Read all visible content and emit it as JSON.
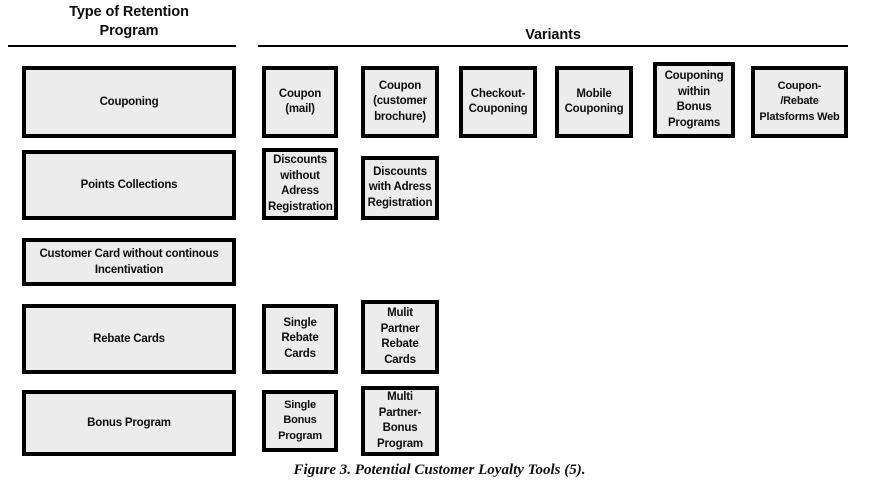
{
  "figure": {
    "caption": "Figure 3. Potential Customer Loyalty Tools (5).",
    "colors": {
      "box_fill": "#ececec",
      "box_border": "#000000",
      "text": "#0d0d0d",
      "background": "#ffffff"
    }
  },
  "headers": {
    "left_line1": "Type of Retention",
    "left_line2": "Program",
    "right": "Variants"
  },
  "rows": [
    {
      "category": "Couponing",
      "variants": [
        "Coupon\n(mail)",
        "Coupon\n(customer\nbrochure)",
        "Checkout-\nCouponing",
        "Mobile\nCouponing",
        "Couponing\nwithin\nBonus\nPrograms",
        "Coupon-\n/Rebate\nPlatsforms Web"
      ]
    },
    {
      "category": "Points Collections",
      "variants": [
        "Discounts\nwithout\nAdress\nRegistration",
        "Discounts\nwith Adress\nRegistration"
      ]
    },
    {
      "category": "Customer Card without continous Incentivation",
      "variants": []
    },
    {
      "category": "Rebate Cards",
      "variants": [
        "Single\nRebate\nCards",
        "Mulit\nPartner\nRebate\nCards"
      ]
    },
    {
      "category": "Bonus Program",
      "variants": [
        "Single Bonus\nProgram",
        "Multi\nPartner-\nBonus\nProgram"
      ]
    }
  ]
}
